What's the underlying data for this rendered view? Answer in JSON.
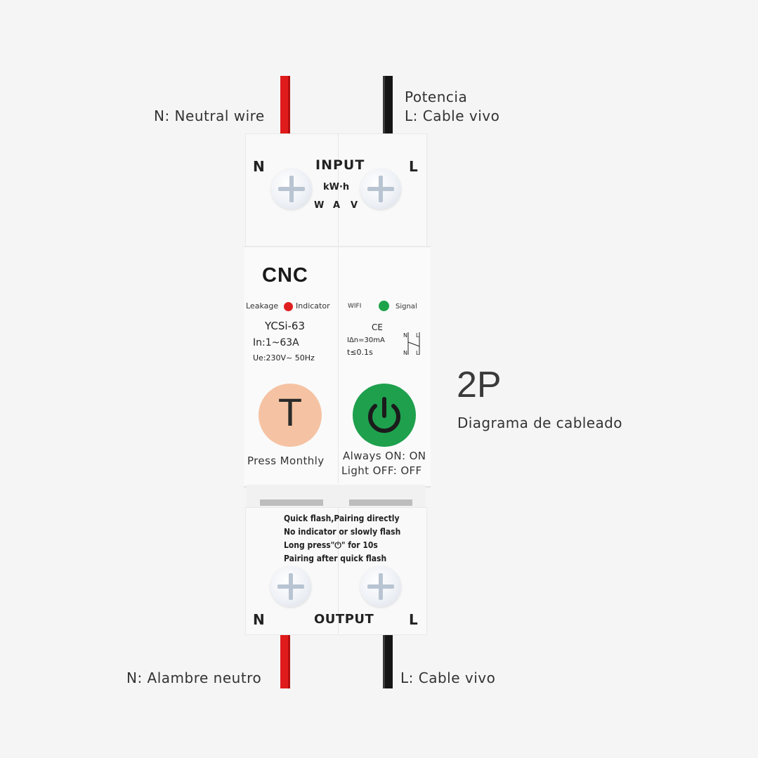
{
  "labels": {
    "input_neutral": "N: Neutral wire",
    "input_live_line1": "Potencia",
    "input_live_line2": "L: Cable vivo",
    "output_neutral": "N: Alambre neutro",
    "output_live": "L: Cable vivo"
  },
  "title": {
    "main": "2P",
    "sub": "Diagrama de cableado"
  },
  "device": {
    "input_block": {
      "title": "INPUT",
      "left_terminal": "N",
      "right_terminal": "L",
      "unit_line": "kW·h",
      "unit_symbols": [
        "W",
        "A",
        "V"
      ]
    },
    "brand": "CNC",
    "leakage_indicator": {
      "left": "Leakage",
      "right": "Indicator"
    },
    "wifi_indicator": {
      "left": "WIFI",
      "right": "Signal"
    },
    "model": "YCSi-63",
    "current_rating": "In:1~63A",
    "voltage_rating": "Ue:230V~ 50Hz",
    "ce_mark": "CE",
    "residual_current": "IΔn=30mA",
    "trip_time": "t≤0.1s",
    "test_button": {
      "symbol": "T",
      "caption": "Press Monthly"
    },
    "power_button": {
      "caption_line1": "Always ON: ON",
      "caption_line2": "Light OFF: OFF"
    },
    "instructions": [
      "Quick flash,Pairing directly",
      "No indicator or slowly flash",
      "Long press\"⏻\" for 10s",
      "Pairing after quick flash"
    ],
    "output_block": {
      "title": "OUTPUT",
      "left_terminal": "N",
      "right_terminal": "L"
    }
  },
  "colors": {
    "neutral_wire": "#e01b1b",
    "live_wire": "#151515",
    "leakage_led": "#e02020",
    "wifi_led": "#1fa34a",
    "test_button": "#f5c3a3",
    "power_button": "#1ea04d"
  }
}
